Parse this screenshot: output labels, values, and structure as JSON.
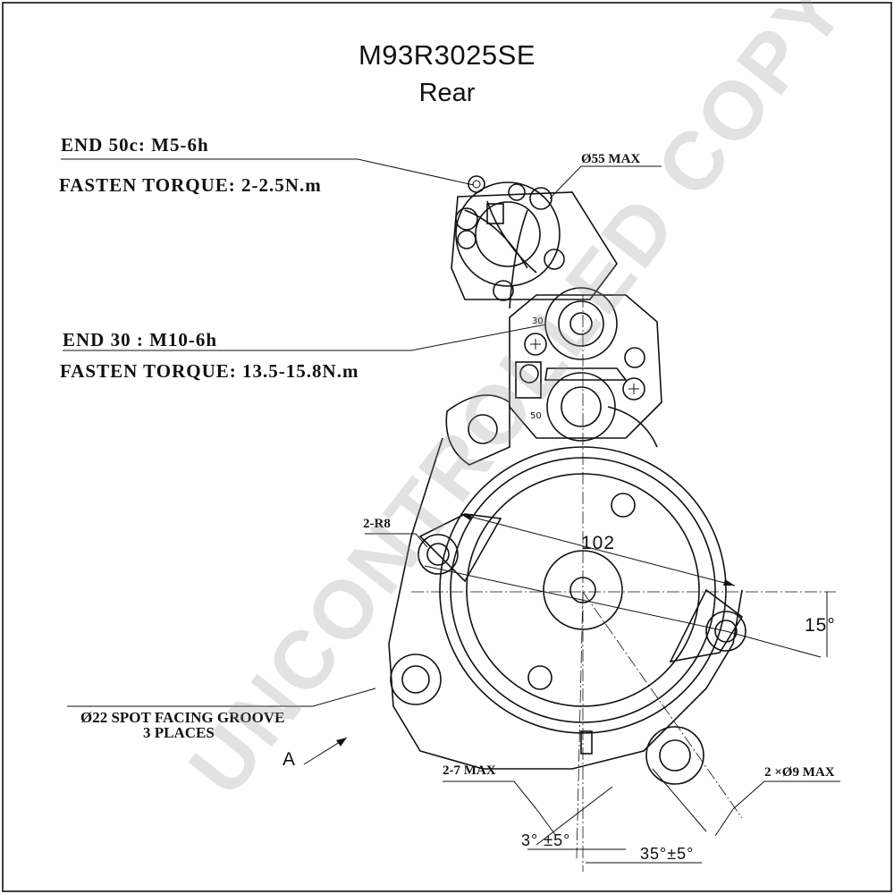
{
  "title": "M93R3025SE",
  "subtitle": "Rear",
  "watermark": "UNCONTROLLED COPY",
  "labels": {
    "end50": "END 50c: M5-6h",
    "torque50": "FASTEN TORQUE: 2-2.5N.m",
    "end30": "END 30 : M10-6h",
    "torque30": "FASTEN TORQUE: 13.5-15.8N.m",
    "dia55": "Ø55 MAX",
    "r8": "2-R8",
    "dim102": "102",
    "deg15": "15°",
    "groove": "Ø22 SPOT FACING GROOVE",
    "places": "3 PLACES",
    "viewA": "A",
    "max27": "2-7 MAX",
    "dia9": "2 ×Ø9 MAX",
    "deg3": "3° ±5°",
    "deg35": "35°±5°",
    "term30": "30",
    "term50": "50"
  }
}
